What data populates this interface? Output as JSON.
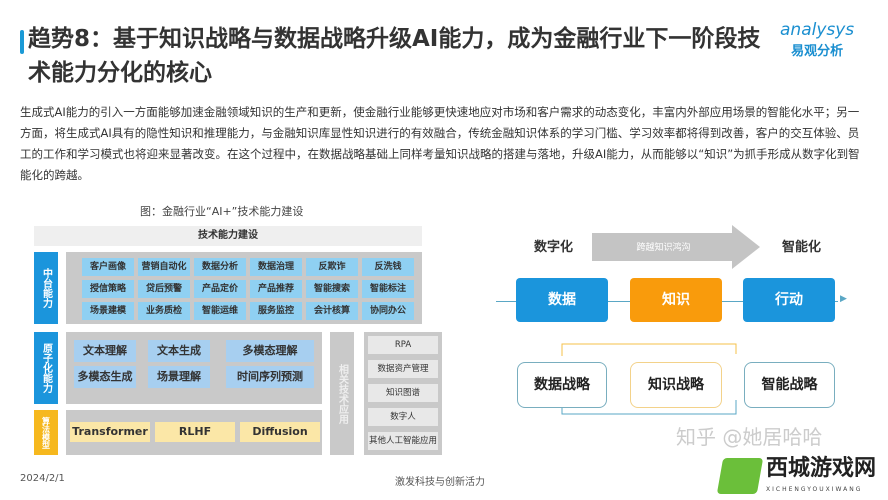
{
  "header": {
    "title": "趋势8：基于知识战略与数据战略升级AI能力，成为金融行业下一阶段技术能力分化的核心",
    "logo_en": "analysys",
    "logo_cn": "易观分析"
  },
  "body_text": "生成式AI能力的引入一方面能够加速金融领域知识的生产和更新，使金融行业能够更快速地应对市场和客户需求的动态变化，丰富内外部应用场景的智能化水平；另一方面，将生成式AI具有的隐性知识和推理能力，与金融知识库显性知识进行的有效融合，传统金融知识体系的学习门槛、学习效率都将得到改善，客户的交互体验、员工的工作和学习模式也将迎来显著改变。在这个过程中，在数据战略基础上同样考量知识战略的搭建与落地，升级AI能力，从而能够以“知识”为抓手形成从数字化到智能化的跨越。",
  "figure": {
    "caption": "图：金融行业“AI+”技术能力建设",
    "header": "技术能力建设",
    "middle_label": "中台能力",
    "middle_items": [
      "客户画像",
      "营销自动化",
      "数据分析",
      "数据治理",
      "反欺诈",
      "反洗钱",
      "授信策略",
      "贷后预警",
      "产品定价",
      "产品推荐",
      "智能搜索",
      "智能标注",
      "场景建模",
      "业务质检",
      "智能运维",
      "服务监控",
      "会计核算",
      "协同办公"
    ],
    "atomic_label": "原子化能力",
    "atomic_items": [
      "文本理解",
      "文本生成",
      "多模态理解",
      "多模态生成",
      "场景理解",
      "时间序列预测"
    ],
    "algo_label": "算法模型",
    "algo_items": [
      "Transformer",
      "RLHF",
      "Diffusion"
    ],
    "related_label": "相关技术应用",
    "related_items": [
      "RPA",
      "数据资产管理",
      "知识图谱",
      "数字人",
      "其他人工智能应用"
    ]
  },
  "flow": {
    "start": "数字化",
    "arrow": "跨越知识鸿沟",
    "end": "智能化",
    "boxes": [
      "数据",
      "知识",
      "行动"
    ],
    "strategies": [
      "数据战略",
      "知识战略",
      "智能战略"
    ]
  },
  "colors": {
    "blue": "#1b95dc",
    "orange": "#f99b0c",
    "yellow": "#f6b81e"
  },
  "footer": {
    "date": "2024/2/1",
    "center": "激发科技与创新活力",
    "watermark": "知乎 @她居哈哈",
    "site_cn": "西城游戏网",
    "site_en": "XICHENGYOUXIWANG"
  }
}
